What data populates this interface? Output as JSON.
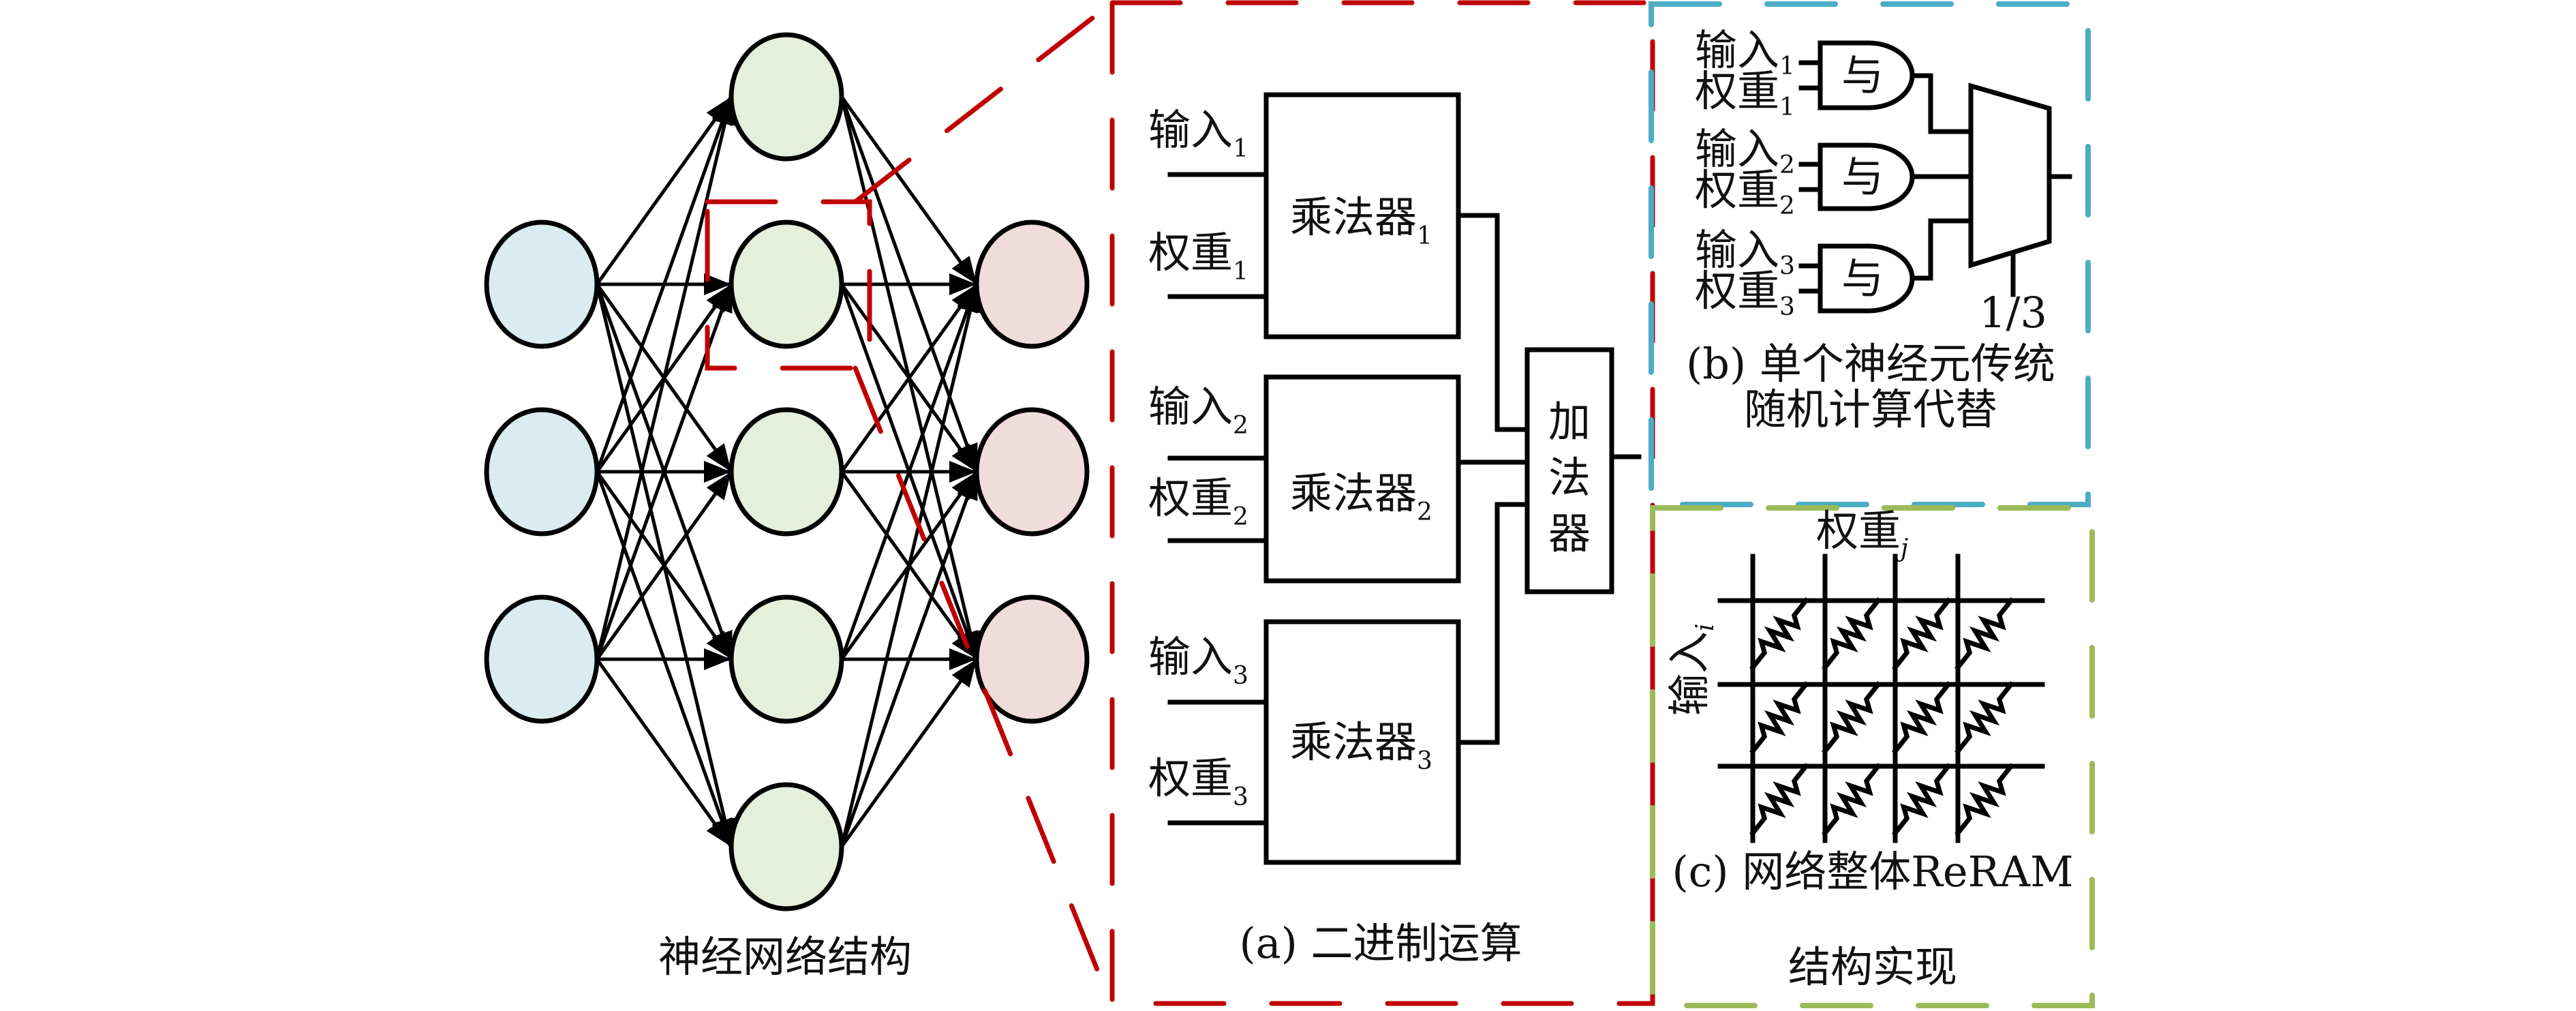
{
  "colors": {
    "input_node": "#daebf1",
    "hidden_node": "#e6eedc",
    "output_node": "#f0dcda",
    "zoom_red": "#c00000",
    "panel_b_blue": "#4bacc6",
    "panel_c_green": "#9bbb59"
  },
  "network": {
    "caption": "神经网络结构",
    "layers": [
      {
        "name": "input",
        "count": 3
      },
      {
        "name": "hidden",
        "count": 5
      },
      {
        "name": "output",
        "count": 3
      }
    ],
    "connections": "fully-connected",
    "highlighted_node": "hidden-2"
  },
  "panel_a": {
    "caption": "(a)  二进制运算",
    "multipliers": [
      {
        "label": "乘法器",
        "index": "1",
        "input_label": "输入",
        "weight_label": "权重"
      },
      {
        "label": "乘法器",
        "index": "2",
        "input_label": "输入",
        "weight_label": "权重"
      },
      {
        "label": "乘法器",
        "index": "3",
        "input_label": "输入",
        "weight_label": "权重"
      }
    ],
    "adder": {
      "chars": [
        "加",
        "法",
        "器"
      ]
    }
  },
  "panel_b": {
    "caption_line1": "(b) 单个神经元传统",
    "caption_line2": "随机计算代替",
    "gates": [
      {
        "label": "与",
        "input_label": "输入",
        "weight_label": "权重",
        "index": "1"
      },
      {
        "label": "与",
        "input_label": "输入",
        "weight_label": "权重",
        "index": "2"
      },
      {
        "label": "与",
        "input_label": "输入",
        "weight_label": "权重",
        "index": "3"
      }
    ],
    "mux_select": "1/3"
  },
  "panel_c": {
    "caption_line1": "(c) 网络整体ReRAM",
    "caption_line2": "结构实现",
    "weight_label": "权重",
    "weight_sub": "j",
    "input_label": "输入",
    "input_sub": "i",
    "grid_rows": 3,
    "grid_cols": 4
  }
}
